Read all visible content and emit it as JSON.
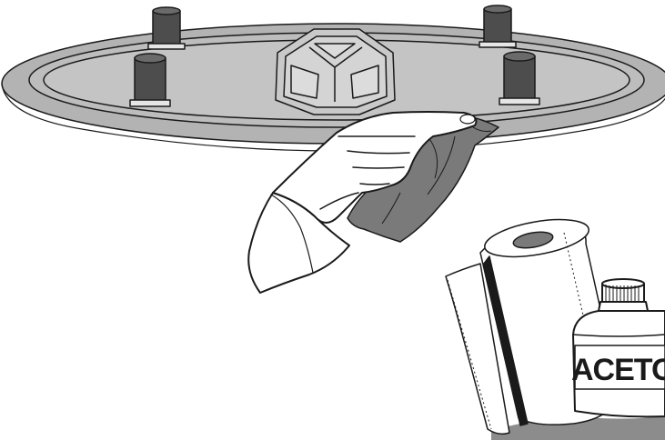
{
  "illustration": {
    "bottle_label": "ACETONE"
  },
  "colors": {
    "outline": "#1a1a1a",
    "surface": "#b3b3b3",
    "surface_light": "#c9c9c9",
    "peg": "#4d4d4d",
    "cloth": "#7a7a7a",
    "shadow": "#8c8c8c",
    "background": "#ffffff"
  },
  "icons": [
    "oval-base-plate",
    "glove-hand",
    "cleaning-cloth",
    "paper-towel-roll",
    "acetone-bottle"
  ]
}
